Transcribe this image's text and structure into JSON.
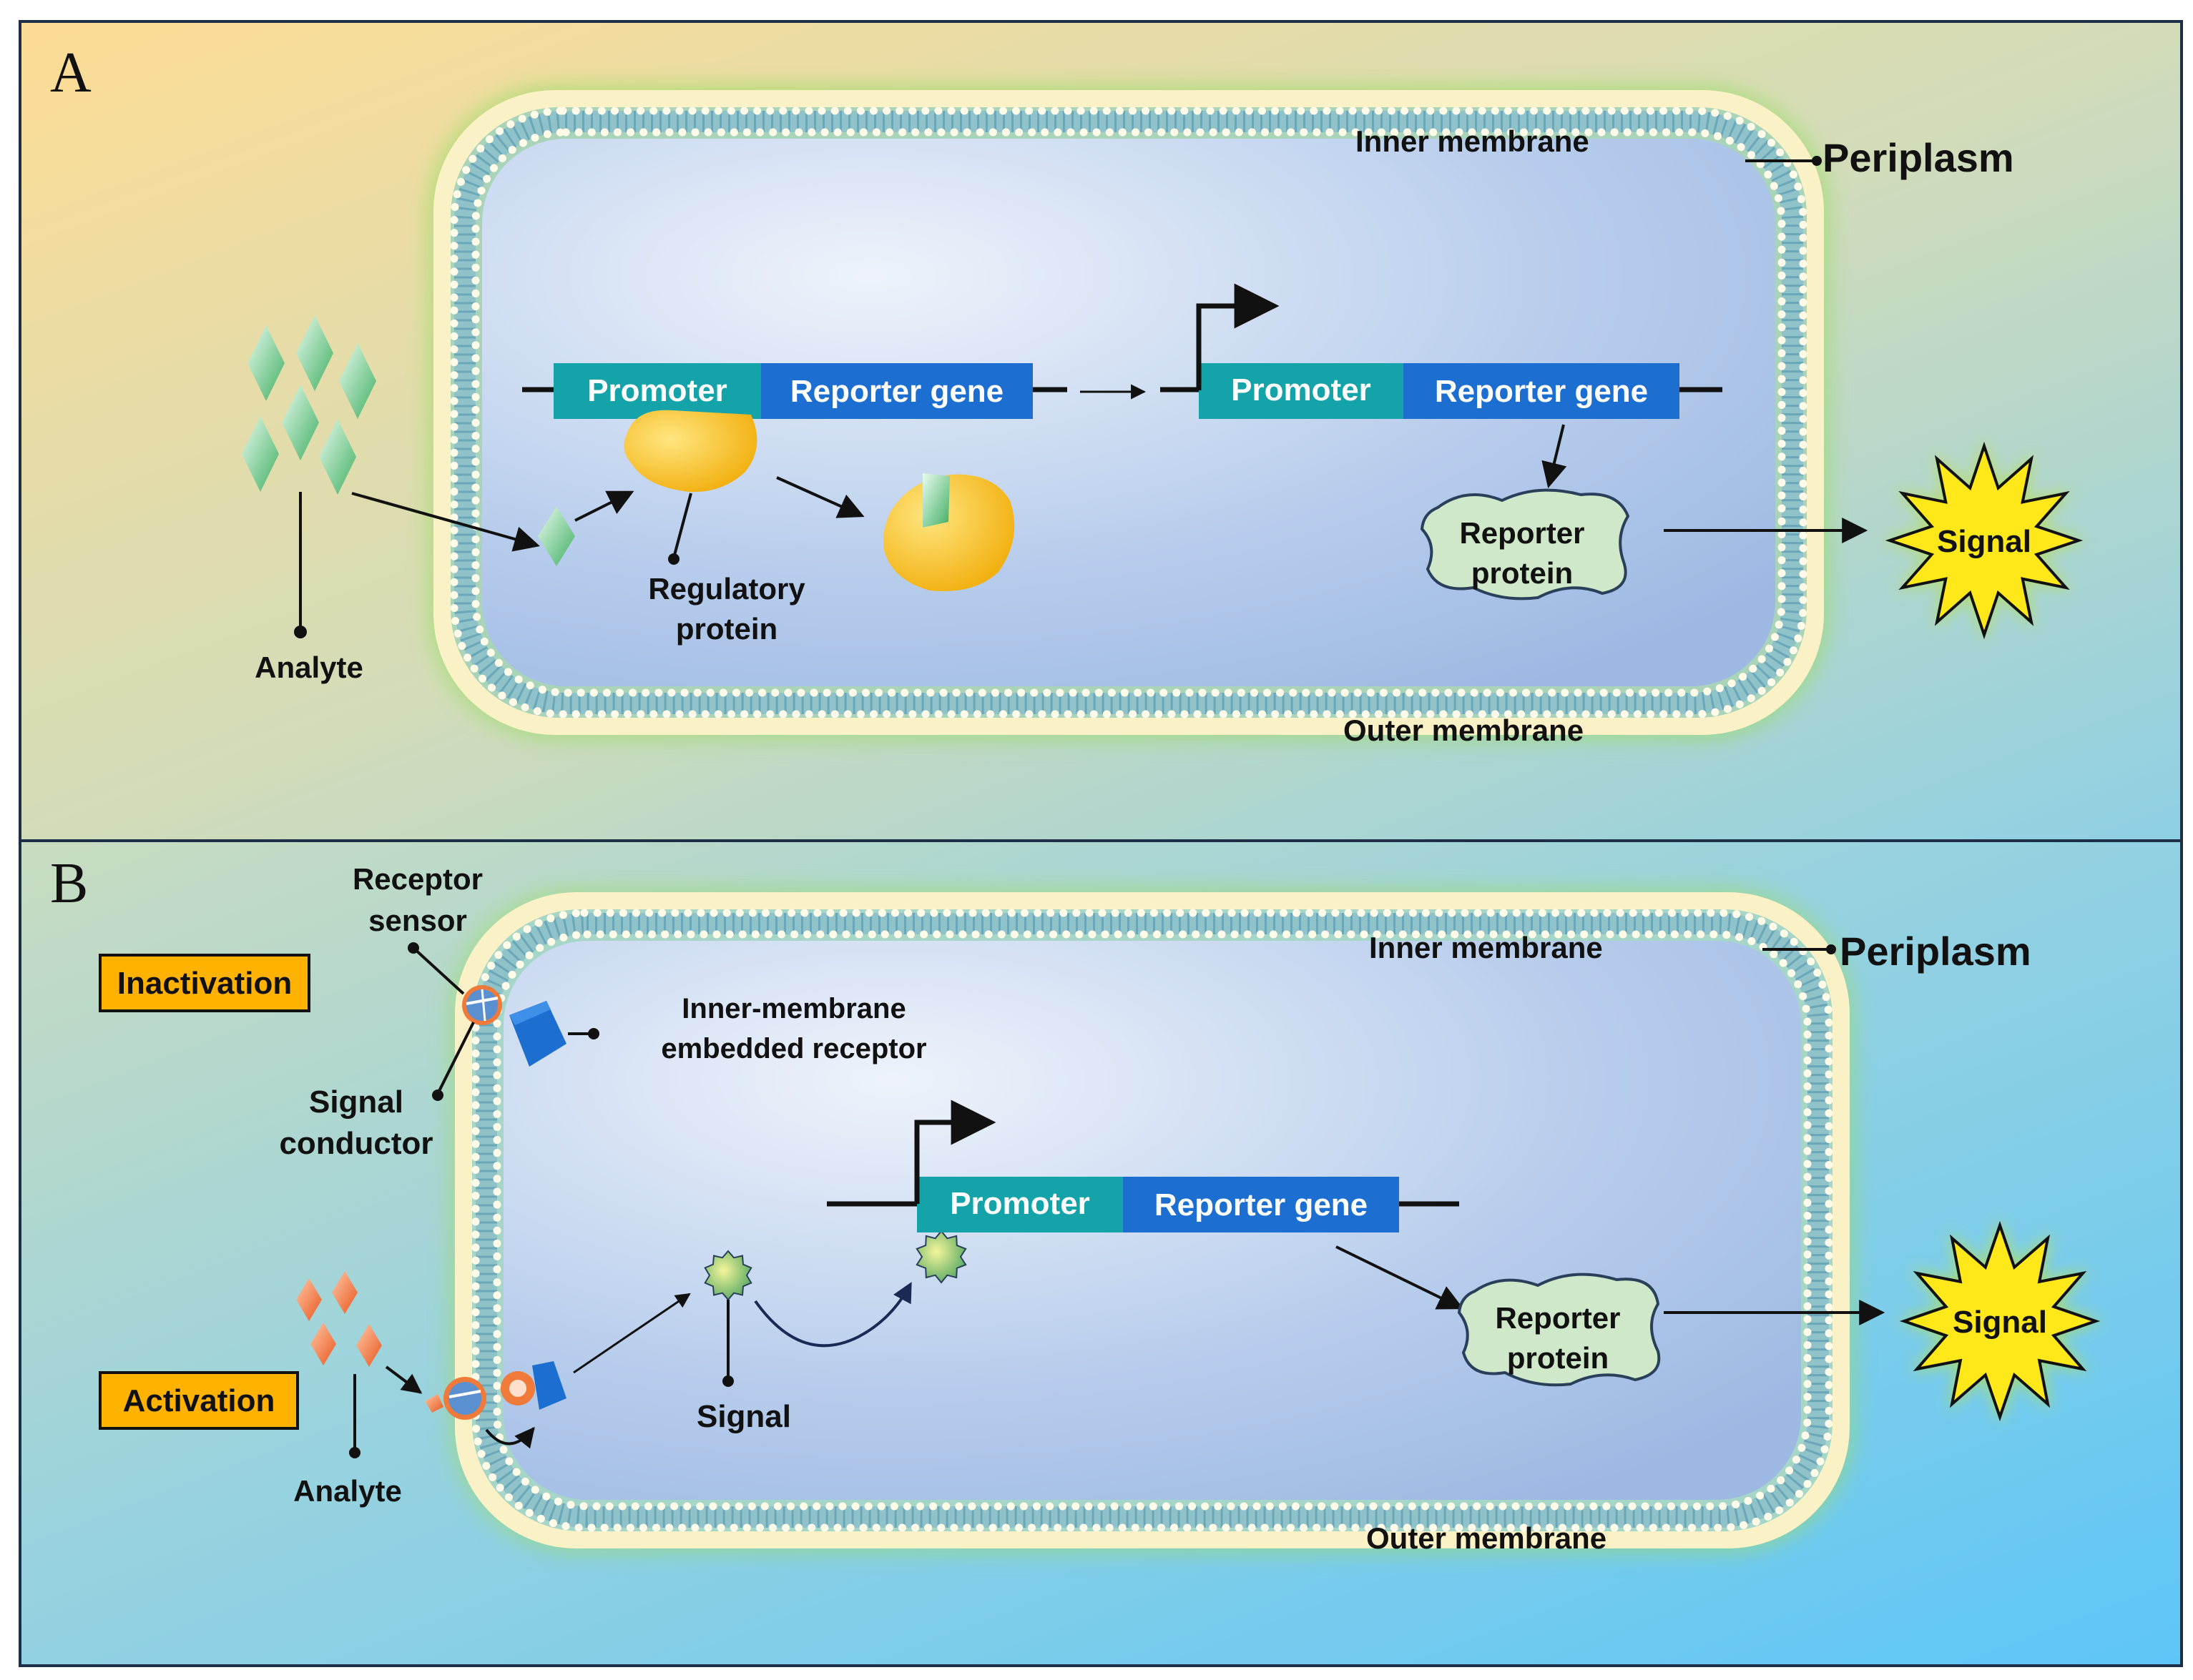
{
  "panels": [
    {
      "letter": "A",
      "labels": {
        "inner_membrane": "Inner membrane",
        "outer_membrane": "Outer membrane",
        "periplasm": "Periplasm",
        "analyte": "Analyte",
        "regulatory_protein": [
          "Regulatory",
          "protein"
        ],
        "promoter_1": "Promoter",
        "reporter_gene_1": "Reporter gene",
        "promoter_2": "Promoter",
        "reporter_gene_2": "Reporter gene",
        "reporter_protein": [
          "Reporter",
          "protein"
        ],
        "signal": "Signal"
      }
    },
    {
      "letter": "B",
      "labels": {
        "receptor_sensor": [
          "Receptor",
          "sensor"
        ],
        "inactivation": "Inactivation",
        "activation": "Activation",
        "inner_membrane_receptor": [
          "Inner-membrane",
          "embedded receptor"
        ],
        "signal_conductor": [
          "Signal",
          "conductor"
        ],
        "inner_membrane": "Inner membrane",
        "outer_membrane": "Outer membrane",
        "periplasm": "Periplasm",
        "analyte": "Analyte",
        "signal_molecule": "Signal",
        "promoter": "Promoter",
        "reporter_gene": "Reporter gene",
        "reporter_protein": [
          "Reporter",
          "protein"
        ],
        "signal": "Signal"
      }
    }
  ],
  "colors": {
    "promoter": "#14a3a8",
    "reporter_gene": "#1c6fd1",
    "regulatory_protein": "#f4b90f",
    "analyte_a": "#7fcf95",
    "analyte_b": "#f07a3a",
    "reporter_protein": "#cfe8c9",
    "signal_burst": "#ffe81a",
    "status_box": "#ffb300"
  }
}
